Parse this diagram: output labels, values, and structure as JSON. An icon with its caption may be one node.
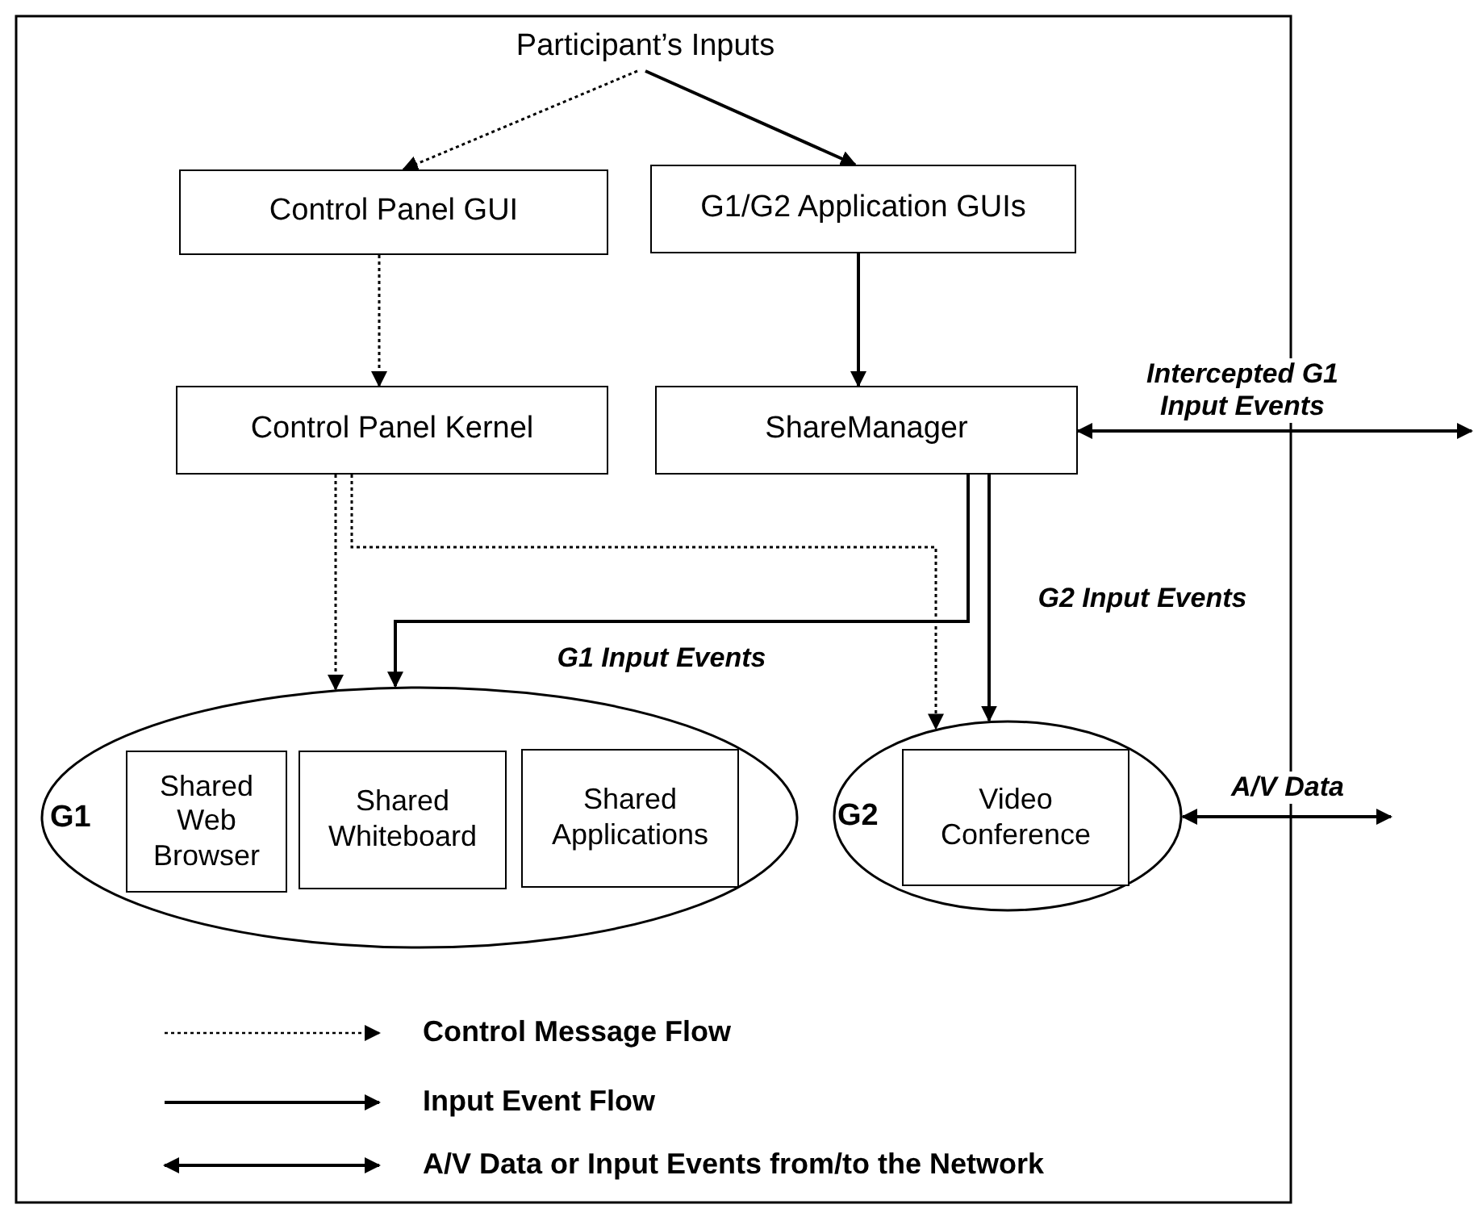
{
  "diagram": {
    "nodes": [
      {
        "text": [
          "Participant’s Inputs"
        ]
      },
      {
        "text": [
          "Control Panel GUI"
        ]
      },
      {
        "text": [
          "G1/G2 Application GUIs"
        ]
      },
      {
        "text": [
          "Control Panel Kernel"
        ]
      },
      {
        "text": [
          "ShareManager"
        ]
      },
      {
        "text": [
          "G1"
        ]
      },
      {
        "text": [
          "Shared Web Browser"
        ],
        "in": 5
      },
      {
        "text": [
          "Shared Whiteboard"
        ],
        "in": 5
      },
      {
        "text": [
          "Shared Applications"
        ],
        "in": 5
      },
      {
        "text": [
          "G2"
        ]
      },
      {
        "text": [
          "Video Conference"
        ],
        "in": 9
      }
    ],
    "edges": [
      {
        "from": 0,
        "to": 1,
        "arrow": "to",
        "style": "dashed"
      },
      {
        "from": 0,
        "to": 2,
        "arrow": "to"
      },
      {
        "from": 1,
        "to": 3,
        "arrow": "to",
        "style": "dashed"
      },
      {
        "from": 2,
        "to": 4,
        "arrow": "to"
      },
      {
        "from": 3,
        "to": 5,
        "arrow": "to",
        "style": "dashed"
      },
      {
        "from": 3,
        "to": 9,
        "arrow": "to",
        "style": "dashed"
      },
      {
        "from": 4,
        "to": 5,
        "arrow": "to",
        "label": "G1 Input Events"
      },
      {
        "from": 4,
        "to": 9,
        "arrow": "to",
        "label": "G2 Input Events"
      },
      {
        "from": 4,
        "to": null,
        "arrow": "both",
        "label": "Intercepted G1 Input Events"
      },
      {
        "from": 9,
        "to": null,
        "arrow": "both",
        "label": "A/V Data"
      }
    ],
    "legend": [
      {
        "text": "Control Message Flow"
      },
      {
        "text": "Input Event Flow"
      },
      {
        "text": "A/V Data or Input Events from/to the Network"
      }
    ]
  }
}
